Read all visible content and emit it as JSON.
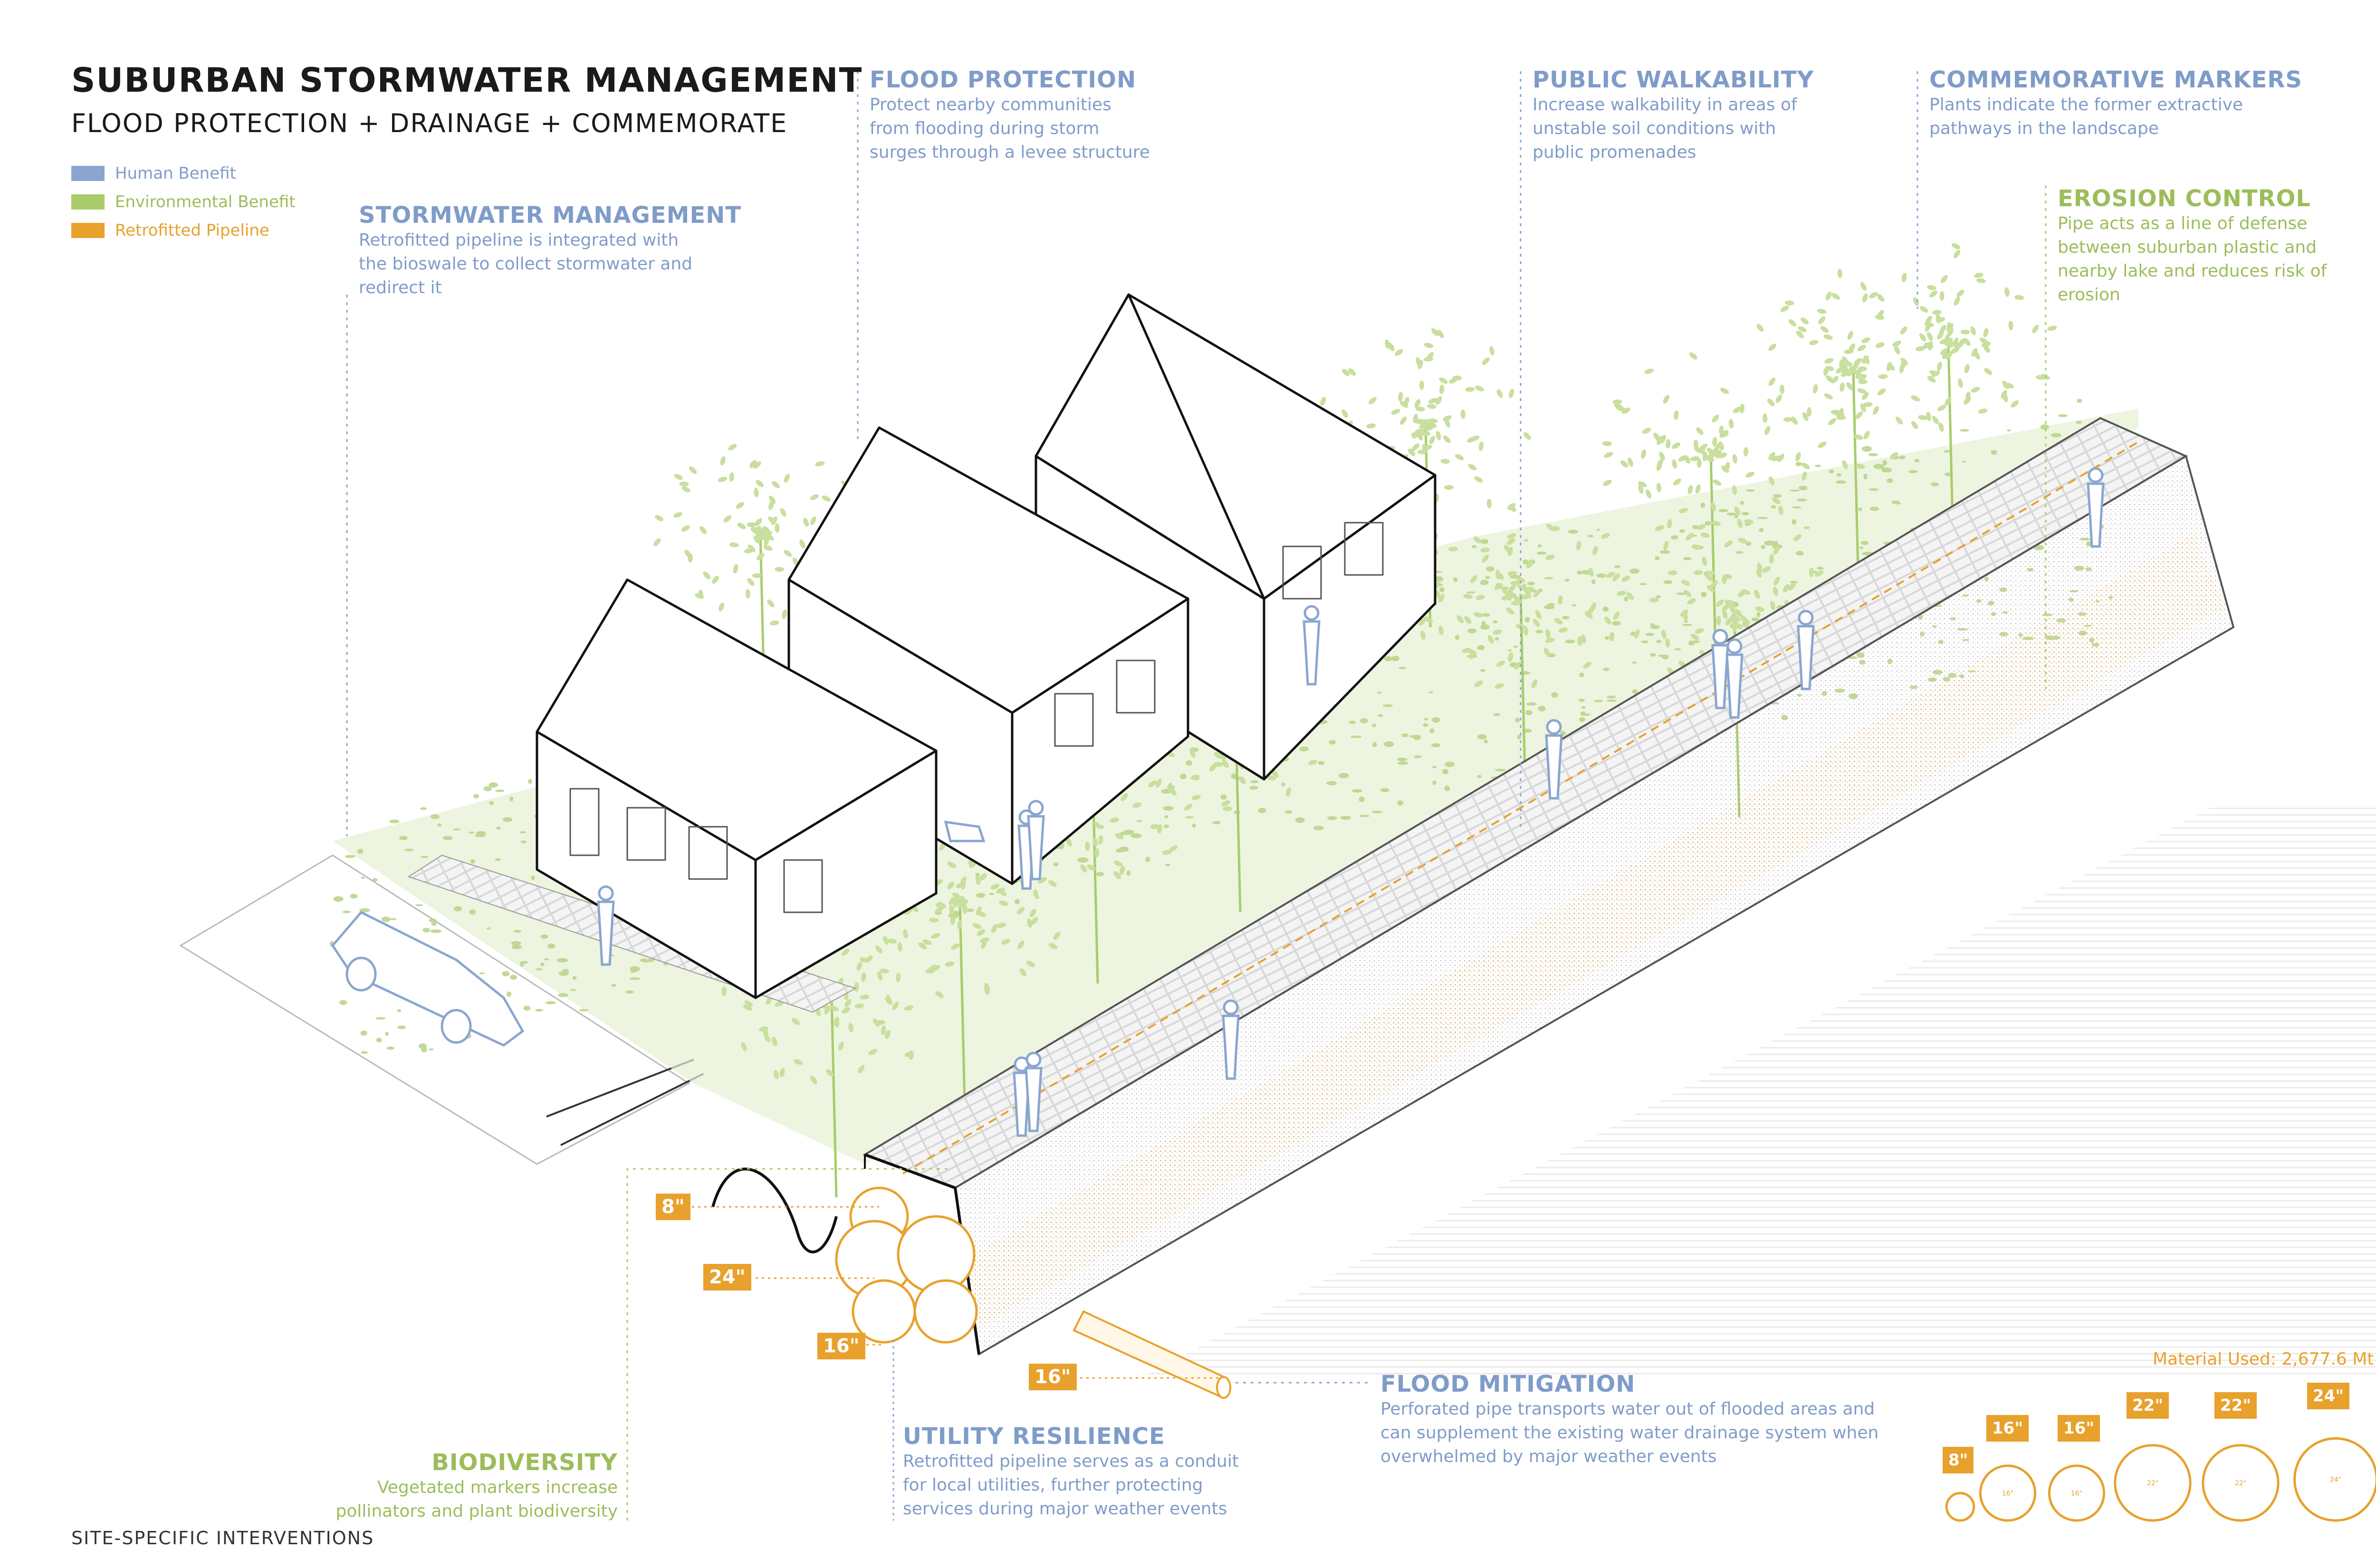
{
  "header": {
    "title": "SUBURBAN STORMWATER MANAGEMENT",
    "subtitle": "FLOOD PROTECTION + DRAINAGE + COMMEMORATE"
  },
  "legend": [
    {
      "label": "Human Benefit",
      "color": "#8aa6d0"
    },
    {
      "label": "Environmental Benefit",
      "color": "#a8cc6a"
    },
    {
      "label": "Retrofitted Pipeline",
      "color": "#e8a12c"
    }
  ],
  "annotations": {
    "stormwater": {
      "title": "STORMWATER MANAGEMENT",
      "lines": [
        "Retrofitted pipeline is integrated with",
        "the bioswale to collect stormwater and",
        "redirect it"
      ]
    },
    "flood_protection": {
      "title": "FLOOD PROTECTION",
      "lines": [
        "Protect nearby communities",
        "from flooding during storm",
        "surges through a levee structure"
      ]
    },
    "walkability": {
      "title": "PUBLIC WALKABILITY",
      "lines": [
        "Increase walkability in areas of",
        "unstable soil conditions with",
        "public promenades"
      ]
    },
    "commemorative": {
      "title": "COMMEMORATIVE MARKERS",
      "lines": [
        "Plants indicate the former extractive",
        "pathways in the landscape"
      ]
    },
    "erosion": {
      "title": "EROSION CONTROL",
      "lines": [
        "Pipe acts as a line of defense",
        "between suburban plastic and",
        "nearby lake and reduces risk of",
        "erosion"
      ]
    },
    "biodiversity": {
      "title": "BIODIVERSITY",
      "lines": [
        "Vegetated markers  increase",
        "pollinators and plant biodiversity"
      ]
    },
    "utility": {
      "title": "UTILITY RESILIENCE",
      "lines": [
        "Retrofitted pipeline serves as a conduit",
        "for local utilities, further protecting",
        "services during major weather events"
      ]
    },
    "flood_mitigation": {
      "title": "FLOOD MITIGATION",
      "lines": [
        "Perforated pipe transports water out of flooded areas and",
        "can supplement the existing water drainage system when",
        "overwhelmed by major weather events"
      ]
    }
  },
  "pipe_tags": {
    "tag_8": "8\"",
    "tag_24": "24\"",
    "tag_16a": "16\"",
    "tag_16b": "16\""
  },
  "material": {
    "label": "Material Used: 2,677.6 Mt",
    "pipes": [
      {
        "size": "8\"",
        "inner": ""
      },
      {
        "size": "16\"",
        "inner": "16\""
      },
      {
        "size": "16\"",
        "inner": "16\""
      },
      {
        "size": "22\"",
        "inner": "22\""
      },
      {
        "size": "22\"",
        "inner": "22\""
      },
      {
        "size": "24\"",
        "inner": "24\""
      }
    ]
  },
  "footer": {
    "caption": "SITE-SPECIFIC INTERVENTIONS"
  }
}
